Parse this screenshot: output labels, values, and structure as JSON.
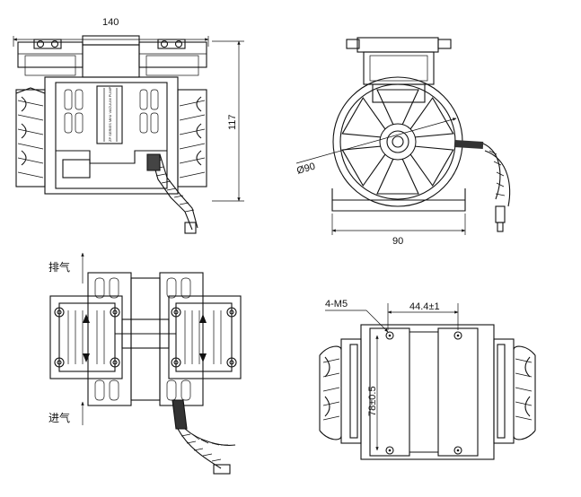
{
  "views": {
    "front": {
      "width_label": "140",
      "height_label": "117",
      "label_text": "ZP SERIES MINI VACUUM PUMP"
    },
    "side": {
      "diameter_label": "Ø90",
      "width_label": "90"
    },
    "top": {
      "exhaust_label": "排气",
      "intake_label": "进气"
    },
    "bottom": {
      "hole_label": "4-M5",
      "spacing_label": "44.4±1",
      "vertical_label": "78±0.5"
    }
  }
}
